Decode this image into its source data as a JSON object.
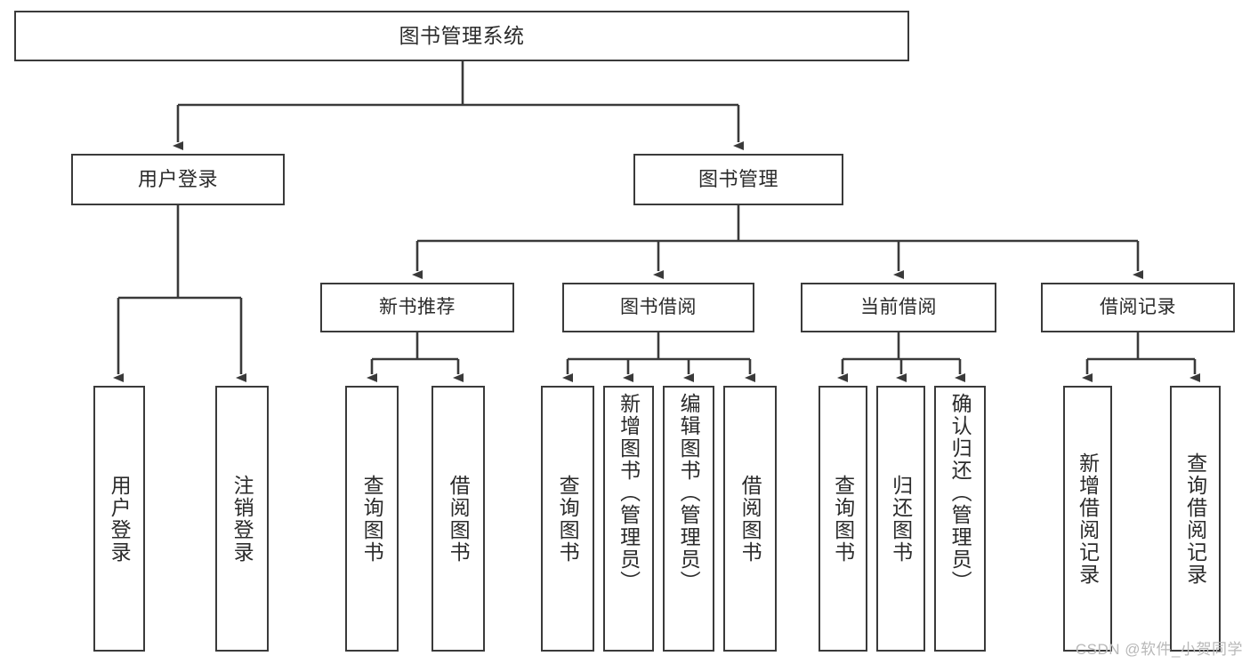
{
  "diagram": {
    "title": "图书管理系统",
    "root": {
      "label": "图书管理系统"
    },
    "level2": [
      {
        "label": "用户登录"
      },
      {
        "label": "图书管理"
      }
    ],
    "level3": [
      {
        "label": "新书推荐"
      },
      {
        "label": "图书借阅"
      },
      {
        "label": "当前借阅"
      },
      {
        "label": "借阅记录"
      }
    ],
    "leaves": [
      {
        "label": "用户登录"
      },
      {
        "label": "注销登录"
      },
      {
        "label": "查询图书"
      },
      {
        "label": "借阅图书"
      },
      {
        "label": "查询图书"
      },
      {
        "label": "新增图书（管理员）"
      },
      {
        "label": "编辑图书（管理员）"
      },
      {
        "label": "借阅图书"
      },
      {
        "label": "查询图书"
      },
      {
        "label": "归还图书"
      },
      {
        "label": "确认归还（管理员）"
      },
      {
        "label": "新增借阅记录"
      },
      {
        "label": "查询借阅记录"
      }
    ],
    "watermark": "CSDN @软件_小贺同学",
    "colors": {
      "box_border": "#3a3a3a",
      "box_fill": "#ffffff",
      "connector": "#3a3a3a",
      "text": "#2b2b2b",
      "watermark": "#b8b8b8",
      "background": "#ffffff"
    }
  },
  "chart_data": {
    "type": "table",
    "title": "图书管理系统 功能结构图",
    "nodes": [
      {
        "id": "root",
        "label": "图书管理系统",
        "level": 1,
        "parent": null
      },
      {
        "id": "user-login",
        "label": "用户登录",
        "level": 2,
        "parent": "root"
      },
      {
        "id": "book-manage",
        "label": "图书管理",
        "level": 2,
        "parent": "root"
      },
      {
        "id": "new-book",
        "label": "新书推荐",
        "level": 3,
        "parent": "book-manage"
      },
      {
        "id": "borrow",
        "label": "图书借阅",
        "level": 3,
        "parent": "book-manage"
      },
      {
        "id": "current",
        "label": "当前借阅",
        "level": 3,
        "parent": "book-manage"
      },
      {
        "id": "record",
        "label": "借阅记录",
        "level": 3,
        "parent": "book-manage"
      },
      {
        "id": "leaf-1",
        "label": "用户登录",
        "level": 3,
        "parent": "user-login"
      },
      {
        "id": "leaf-2",
        "label": "注销登录",
        "level": 3,
        "parent": "user-login"
      },
      {
        "id": "leaf-3",
        "label": "查询图书",
        "level": 4,
        "parent": "new-book"
      },
      {
        "id": "leaf-4",
        "label": "借阅图书",
        "level": 4,
        "parent": "new-book"
      },
      {
        "id": "leaf-5",
        "label": "查询图书",
        "level": 4,
        "parent": "borrow"
      },
      {
        "id": "leaf-6",
        "label": "新增图书（管理员）",
        "level": 4,
        "parent": "borrow"
      },
      {
        "id": "leaf-7",
        "label": "编辑图书（管理员）",
        "level": 4,
        "parent": "borrow"
      },
      {
        "id": "leaf-8",
        "label": "借阅图书",
        "level": 4,
        "parent": "borrow"
      },
      {
        "id": "leaf-9",
        "label": "查询图书",
        "level": 4,
        "parent": "current"
      },
      {
        "id": "leaf-10",
        "label": "归还图书",
        "level": 4,
        "parent": "current"
      },
      {
        "id": "leaf-11",
        "label": "确认归还（管理员）",
        "level": 4,
        "parent": "current"
      },
      {
        "id": "leaf-12",
        "label": "新增借阅记录",
        "level": 4,
        "parent": "record"
      },
      {
        "id": "leaf-13",
        "label": "查询借阅记录",
        "level": 4,
        "parent": "record"
      }
    ]
  }
}
